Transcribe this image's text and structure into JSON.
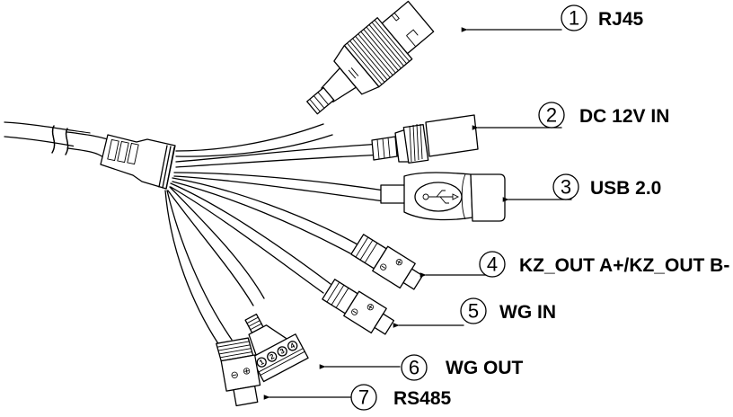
{
  "diagram": {
    "title": "Camera pigtail cable connector diagram",
    "callouts": [
      {
        "number": "1",
        "label": "RJ45"
      },
      {
        "number": "2",
        "label": "DC 12V IN"
      },
      {
        "number": "3",
        "label": "USB 2.0"
      },
      {
        "number": "4",
        "label": "KZ_OUT A+/KZ_OUT B-"
      },
      {
        "number": "5",
        "label": "WG IN"
      },
      {
        "number": "6",
        "label": "WG OUT"
      },
      {
        "number": "7",
        "label": "RS485"
      }
    ],
    "terminal_pins": [
      "1",
      "2",
      "3",
      "4"
    ],
    "polarity_symbols": {
      "plus": "⊕",
      "minus": "⊖"
    },
    "colors": {
      "line": "#000000",
      "background": "#ffffff"
    }
  }
}
